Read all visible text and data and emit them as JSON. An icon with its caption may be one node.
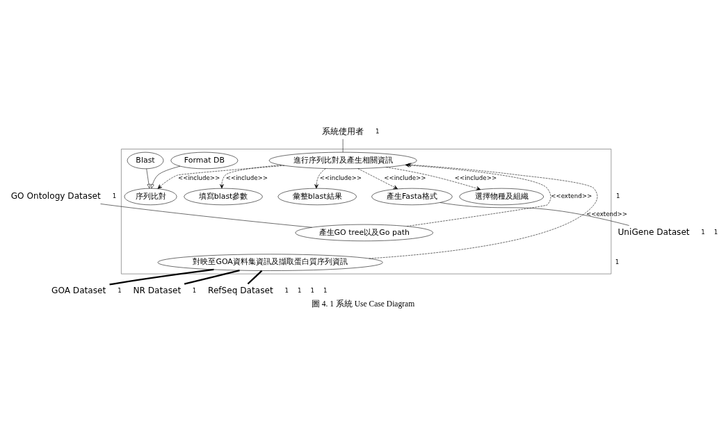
{
  "diagram": {
    "caption": "圖 4. 1 系統 Use Case Diagram",
    "nodes": [
      {
        "text": [],
        "shape": "box"
      },
      {
        "text": [
          "進行序列比對及產生相關資訊"
        ],
        "in": 0
      },
      {
        "text": [
          "選擇物種及組織"
        ],
        "in": 0
      },
      {
        "text": [
          "填寫blast參數"
        ],
        "in": 0
      },
      {
        "text": [
          "產生Fasta格式"
        ],
        "in": 0
      },
      {
        "text": [
          "彙整blast結果"
        ],
        "in": 0
      },
      {
        "text": [
          "序列比對"
        ],
        "in": 0
      },
      {
        "text": [
          "Format DB"
        ],
        "in": 0
      },
      {
        "text": [
          "Blast"
        ],
        "in": 0
      },
      {
        "text": [
          "產生GO tree以及Go path"
        ],
        "in": 0
      },
      {
        "text": [
          "對映至GOA資料集資訊及擷取蛋白質序列資訊"
        ],
        "in": 0
      },
      {
        "text": [
          "系統使用者"
        ]
      },
      {
        "text": [
          "GO Ontology Dataset"
        ]
      },
      {
        "text": [
          "UniGene Dataset"
        ]
      },
      {
        "text": [
          "GOA Dataset"
        ]
      },
      {
        "text": [
          "NR Dataset"
        ]
      },
      {
        "text": [
          "RefSeq Dataset"
        ]
      }
    ],
    "edges": [
      {
        "from": 11,
        "to": 1,
        "arrow": "none"
      },
      {
        "from": 1,
        "to": 2,
        "arrow": "to",
        "label": "<<include>>",
        "style": "dashed"
      },
      {
        "from": 1,
        "to": 3,
        "arrow": "to",
        "label": "<<include>>",
        "style": "dashed"
      },
      {
        "from": 1,
        "to": 4,
        "arrow": "to",
        "label": "<<include>>",
        "style": "dashed"
      },
      {
        "from": 1,
        "to": 5,
        "arrow": "to",
        "label": "<<include>>",
        "style": "dashed"
      },
      {
        "from": 1,
        "to": 6,
        "arrow": "to",
        "label": "<<include>>",
        "style": "dashed"
      },
      {
        "from": 9,
        "to": 1,
        "arrow": "to",
        "label": "<<extend>>",
        "style": "dashed"
      },
      {
        "from": 10,
        "to": 1,
        "arrow": "to",
        "label": "<<extend>>",
        "style": "dashed"
      },
      {
        "from": 7,
        "to": 6,
        "arrow": "to"
      },
      {
        "from": 8,
        "to": 6,
        "arrow": "to"
      },
      {
        "from": 12,
        "to": 9,
        "arrow": "none"
      },
      {
        "from": 4,
        "to": 13,
        "arrow": "none"
      },
      {
        "from": 10,
        "to": 14,
        "arrow": "none",
        "style": "thick"
      },
      {
        "from": 10,
        "to": 15,
        "arrow": "none",
        "style": "thick"
      },
      {
        "from": 10,
        "to": 16,
        "arrow": "none",
        "style": "thick"
      }
    ],
    "labels": [
      "1",
      "1",
      "1",
      "1",
      "1",
      "1",
      "1",
      "1",
      "1",
      "1",
      "1",
      "1"
    ]
  }
}
